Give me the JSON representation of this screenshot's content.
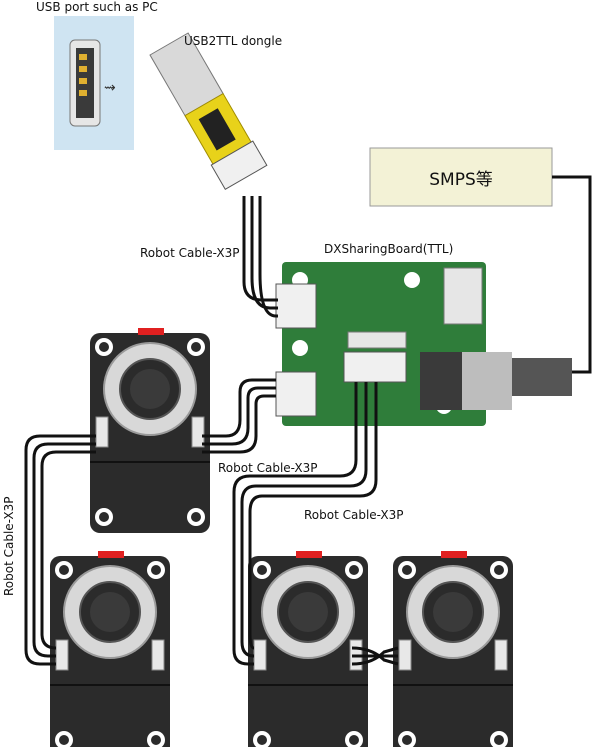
{
  "labels": {
    "usb_port": "USB port such as PC",
    "usb2ttl": "USB2TTL dongle",
    "smps": "SMPS等",
    "sharing_board": "DXSharingBoard(TTL)",
    "cable_top_left": "Robot Cable-X3P",
    "cable_middle": "Robot Cable-X3P",
    "cable_lower": "Robot Cable-X3P",
    "cable_vertical": "Robot Cable-X3P"
  },
  "colors": {
    "board_green": "#2f7d3a",
    "servo_body": "#2b2b2b",
    "servo_marker": "#e02020",
    "smps_fill": "#f3f2d6",
    "usb_pcb": "#e8d21a",
    "cable": "#111111"
  }
}
